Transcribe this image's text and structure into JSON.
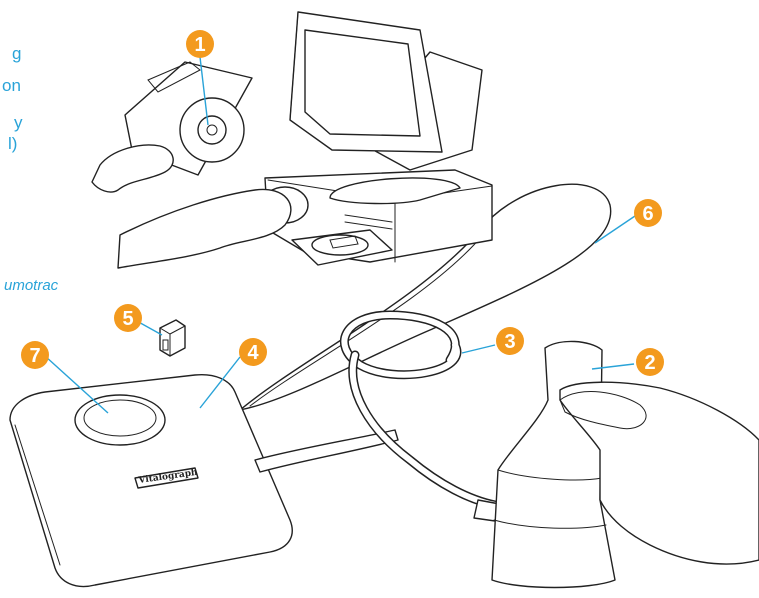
{
  "side_text": {
    "line1": "g",
    "line2": "on",
    "line3": "y",
    "line4": "l)",
    "line5": "umotrac"
  },
  "callouts": [
    "1",
    "2",
    "3",
    "4",
    "5",
    "6",
    "7"
  ],
  "device_logo": "Vitalograph",
  "colors": {
    "callout_badge": "#f39a1e",
    "callout_text": "#ffffff",
    "leader_line": "#29a3d8",
    "side_text": "#29a3d8"
  }
}
